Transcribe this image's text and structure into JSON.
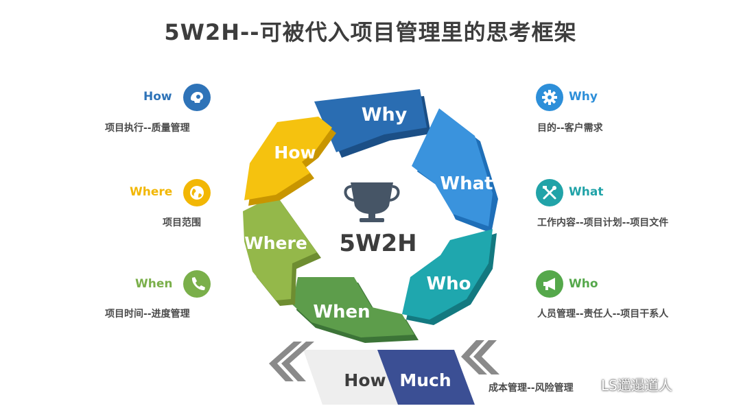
{
  "title": "5W2H--可被代入项目管理里的思考框架",
  "center": {
    "text": "5W2H",
    "icon": "trophy-icon"
  },
  "segments": {
    "why": "Why",
    "what": "What",
    "who": "Who",
    "when": "When",
    "where": "Where",
    "how": "How",
    "how_much_left": "How",
    "how_much_right": "Much"
  },
  "left_items": [
    {
      "label": "How",
      "desc": "项目执行--质量管理",
      "color": "#2e73b8",
      "icon": "brain-icon"
    },
    {
      "label": "Where",
      "desc": "项目范围",
      "color": "#f2b705",
      "icon": "globe-icon"
    },
    {
      "label": "When",
      "desc": "项目时间--进度管理",
      "color": "#7aaf4a",
      "icon": "phone-icon"
    }
  ],
  "right_items": [
    {
      "label": "Why",
      "desc": "目的--客户需求",
      "color": "#2d8fd9",
      "icon": "gear-icon"
    },
    {
      "label": "What",
      "desc": "工作内容--项目计划--项目文件",
      "color": "#21a3a8",
      "icon": "tools-icon"
    },
    {
      "label": "Who",
      "desc": "人员管理--责任人--项目干系人",
      "color": "#55a84b",
      "icon": "megaphone-icon"
    }
  ],
  "how_much_desc": "成本管理--风险管理",
  "watermark": "LS邋遢道人",
  "colors": {
    "why": "#2a6db2",
    "what": "#3a93dd",
    "who": "#1fa7ae",
    "when": "#5d9d4b",
    "where": "#94b84a",
    "how": "#f5c20f",
    "how_much_dark": "#3b4f94"
  }
}
